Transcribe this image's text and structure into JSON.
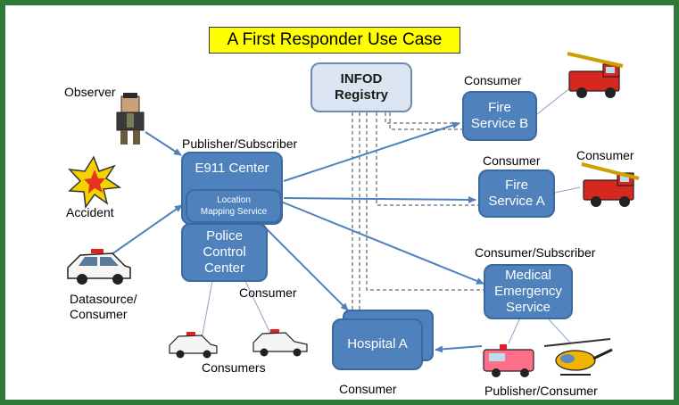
{
  "title": "A First Responder Use Case",
  "nodes": {
    "registry": "INFOD\nRegistry",
    "e911": "E911 Center",
    "location": "Location\nMapping Service",
    "police": "Police\nControl\nCenter",
    "fire_b": "Fire\nService B",
    "fire_a": "Fire\nService A",
    "medical": "Medical\nEmergency\nService",
    "hospital": "Hospital A"
  },
  "labels": {
    "observer": "Observer",
    "accident": "Accident",
    "datasource": "Datasource/\nConsumer",
    "pubsub": "Publisher/Subscriber",
    "consumer_fire_b": "Consumer",
    "consumer_fire_a": "Consumer",
    "consumer_truck_a": "Consumer",
    "consumer_police": "Consumer",
    "consumers": "Consumers",
    "consumer_subscriber": "Consumer/Subscriber",
    "consumer_hospital": "Consumer",
    "publisher_consumer": "Publisher/Consumer"
  },
  "colors": {
    "frame": "#2f7a3a",
    "node": "#4f81bd",
    "registry": "#dbe5f1",
    "title_bg": "#ffff00",
    "arrow": "#4f81bd"
  },
  "icons": [
    "observer-person-icon",
    "accident-explosion-icon",
    "police-car-icon",
    "fire-truck-icon",
    "ambulance-icon",
    "helicopter-icon"
  ]
}
